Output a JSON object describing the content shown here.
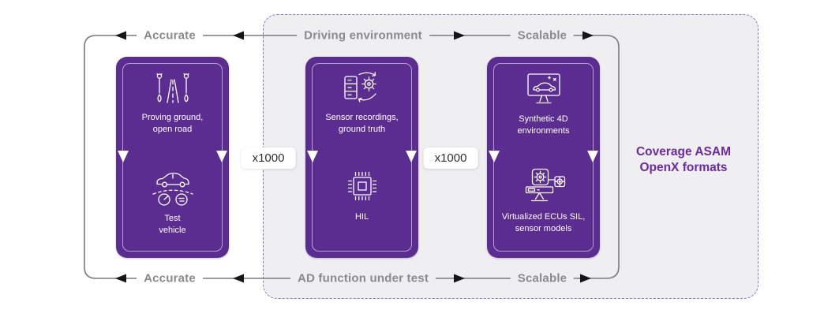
{
  "palette": {
    "card_purple": "#5c2d91",
    "region_bg": "#efeef0",
    "region_border": "#8279c4",
    "row_label": "#8a8a8a",
    "line_gray": "#7a7a7a",
    "arrow_dark": "#161616",
    "accent_purple": "#6b2aa3",
    "pill_text": "#2f2f2f"
  },
  "rows": {
    "top": {
      "left": "Accurate",
      "mid": "Driving environment",
      "right": "Scalable"
    },
    "bottom": {
      "left": "Accurate",
      "mid": "AD function under test",
      "right": "Scalable"
    }
  },
  "cards": [
    {
      "top": {
        "icon": "road-streetlights-icon",
        "line1": "Proving ground,",
        "line2": "open road"
      },
      "bottom": {
        "icon": "test-vehicle-gauges-icon",
        "line1": "Test",
        "line2": "vehicle"
      }
    },
    {
      "top": {
        "icon": "sensor-recordings-gear-icon",
        "line1": "Sensor recordings,",
        "line2": "ground truth"
      },
      "bottom": {
        "icon": "hil-chip-icon",
        "line1": "HIL",
        "line2": ""
      }
    },
    {
      "top": {
        "icon": "synthetic-environment-monitor-icon",
        "line1": "Synthetic 4D",
        "line2": "environments"
      },
      "bottom": {
        "icon": "virtualized-ecu-sil-icon",
        "line1": "Virtualized ECUs SIL,",
        "line2": "sensor models"
      }
    }
  ],
  "multipliers": {
    "first": "x1000",
    "second": "x1000"
  },
  "coverage": {
    "line1": "Coverage ASAM",
    "line2": "OpenX formats"
  }
}
